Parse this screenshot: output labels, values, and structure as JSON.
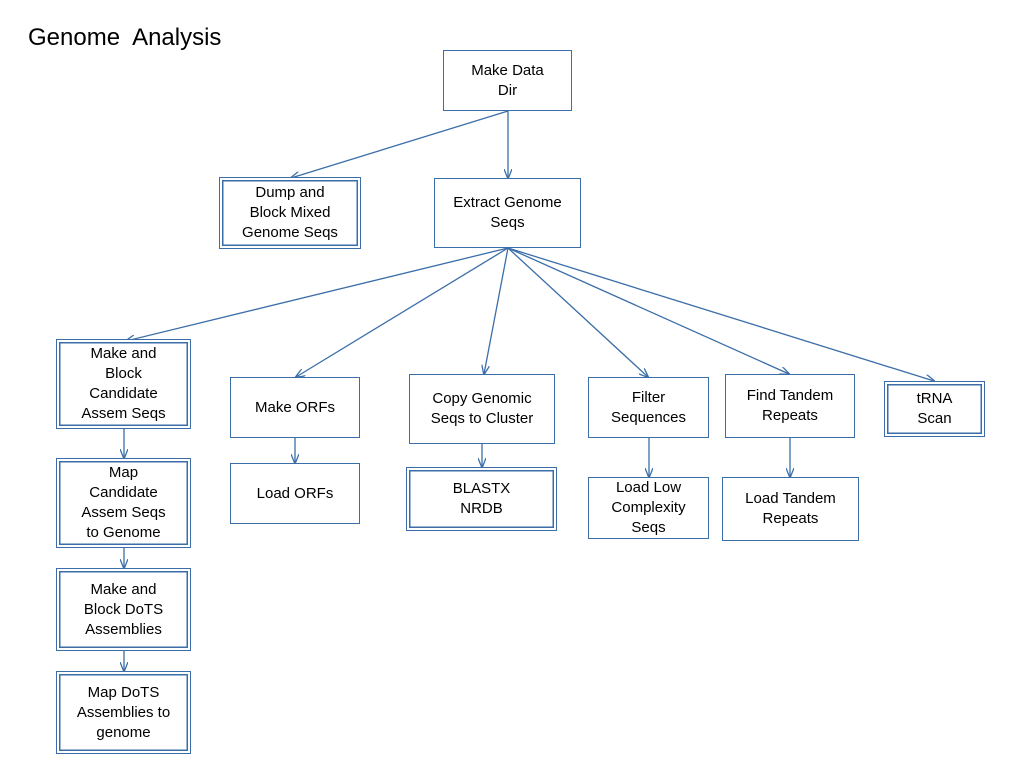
{
  "title": "Genome  Analysis",
  "nodes": {
    "make_data_dir": "Make Data\nDir",
    "dump_block_mixed": "Dump and\nBlock Mixed\nGenome Seqs",
    "extract_genome_seqs": "Extract Genome\nSeqs",
    "make_block_candidate": "Make and\nBlock\nCandidate\nAssem Seqs",
    "map_candidate": "Map\nCandidate\nAssem Seqs\nto Genome",
    "make_block_dots": "Make  and\nBlock DoTS\nAssemblies",
    "map_dots": "Map DoTS\nAssemblies to\ngenome",
    "make_orfs": "Make ORFs",
    "load_orfs": "Load ORFs",
    "copy_genomic": "Copy Genomic\nSeqs to Cluster",
    "blastx_nrdb": "BLASTX\nNRDB",
    "filter_sequences": "Filter\nSequences",
    "load_low_complexity": "Load Low\nComplexity\nSeqs",
    "find_tandem": "Find Tandem\nRepeats",
    "load_tandem": "Load Tandem\nRepeats",
    "trna_scan": "tRNA\nScan"
  },
  "colors": {
    "edge": "#3b6ea8",
    "border": "#3b6ea8"
  }
}
